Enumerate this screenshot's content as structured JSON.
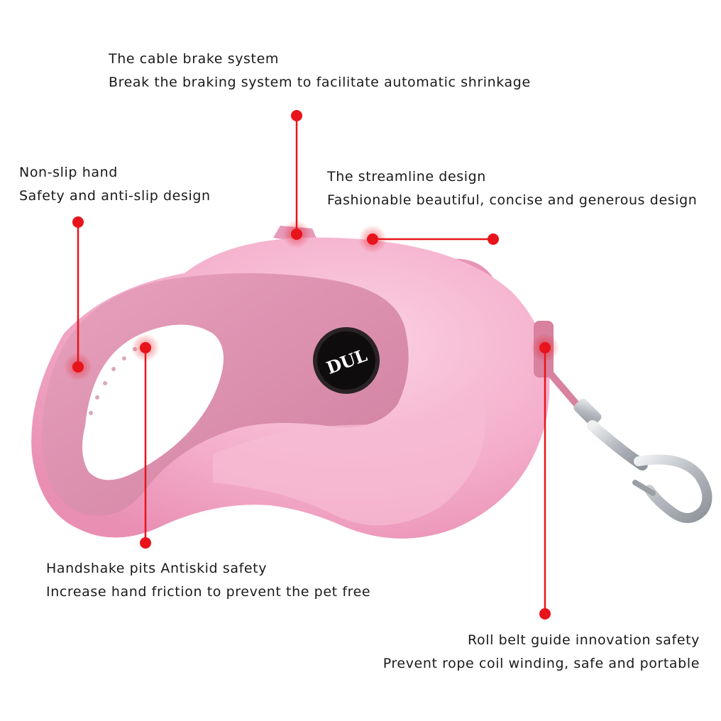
{
  "colors": {
    "callout": "#e8141b",
    "body_pink": "#f4a9c6",
    "body_light": "#f9c9dc",
    "grip_pink": "#dc8fac",
    "metal": "#c9ccd1"
  },
  "logo_text": "DUL",
  "callouts": {
    "brake": {
      "title": "The cable brake system",
      "desc": "Break the braking system to facilitate automatic shrinkage"
    },
    "nonslip": {
      "title": "Non-slip hand",
      "desc": "Safety and anti-slip design"
    },
    "streamline": {
      "title": "The streamline design",
      "desc": "Fashionable beautiful, concise and generous design"
    },
    "handshake": {
      "title": "Handshake pits Antiskid safety",
      "desc": "Increase hand friction to prevent the pet free"
    },
    "rollbelt": {
      "title": "Roll belt guide innovation safety",
      "desc": "Prevent rope coil winding, safe and portable"
    }
  }
}
